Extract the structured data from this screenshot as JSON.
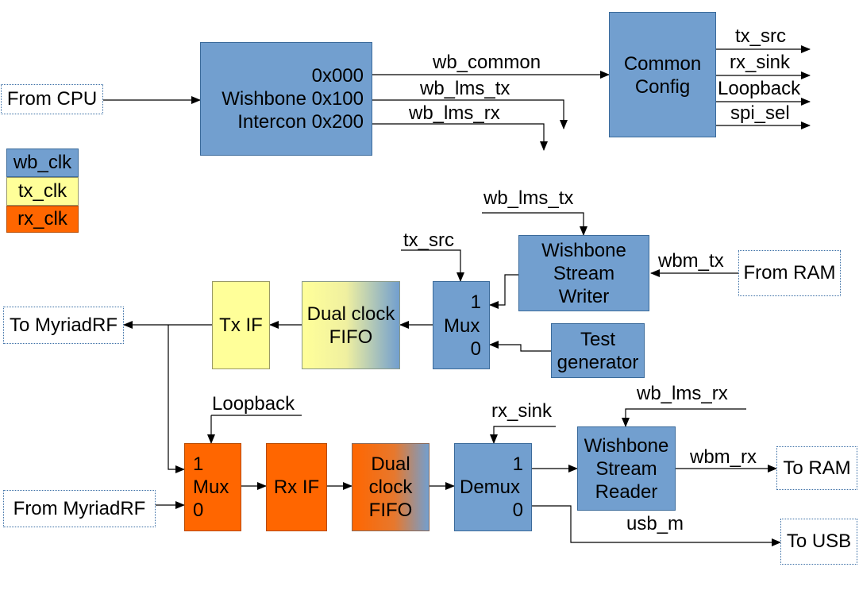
{
  "external": {
    "from_cpu": "From CPU",
    "from_ram": "From RAM",
    "to_myriadrf": "To MyriadRF",
    "from_myriadrf": "From MyriadRF",
    "to_ram": "To RAM",
    "to_usb": "To USB"
  },
  "legend": [
    {
      "label": "wb_clk",
      "color": "#729fcf"
    },
    {
      "label": "tx_clk",
      "color": "#ffff99"
    },
    {
      "label": "rx_clk",
      "color": "#ff6600"
    }
  ],
  "wishbone_intercon": {
    "line1": "0x000",
    "line2": "Wishbone 0x100",
    "line3": "Intercon 0x200"
  },
  "common_config": {
    "line1": "Common",
    "line2": "Config"
  },
  "tx_path": {
    "tx_if": "Tx IF",
    "fifo_line1": "Dual clock",
    "fifo_line2": "FIFO",
    "mux_in1": "1",
    "mux_label": "Mux",
    "mux_in0": "0",
    "stream_writer": [
      "Wishbone",
      "Stream",
      "Writer"
    ],
    "test_gen": [
      "Test",
      "generator"
    ]
  },
  "rx_path": {
    "mux_in1": "1",
    "mux_label": "Mux",
    "mux_in0": "0",
    "rx_if": "Rx IF",
    "fifo": [
      "Dual",
      "clock",
      "FIFO"
    ],
    "demux_out1": "1",
    "demux_label": "Demux",
    "demux_out0": "0",
    "stream_reader": [
      "Wishbone",
      "Stream",
      "Reader"
    ]
  },
  "signals": {
    "wb_common": "wb_common",
    "wb_lms_tx": "wb_lms_tx",
    "wb_lms_rx": "wb_lms_rx",
    "tx_src": "tx_src",
    "rx_sink": "rx_sink",
    "loopback": "Loopback",
    "spi_sel": "spi_sel",
    "wb_lms_tx_in": "wb_lms_tx",
    "tx_src_in": "tx_src",
    "wbm_tx": "wbm_tx",
    "loopback_in": "Loopback",
    "rx_sink_in": "rx_sink",
    "wb_lms_rx_in": "wb_lms_rx",
    "wbm_rx": "wbm_rx",
    "usb_m": "usb_m"
  }
}
